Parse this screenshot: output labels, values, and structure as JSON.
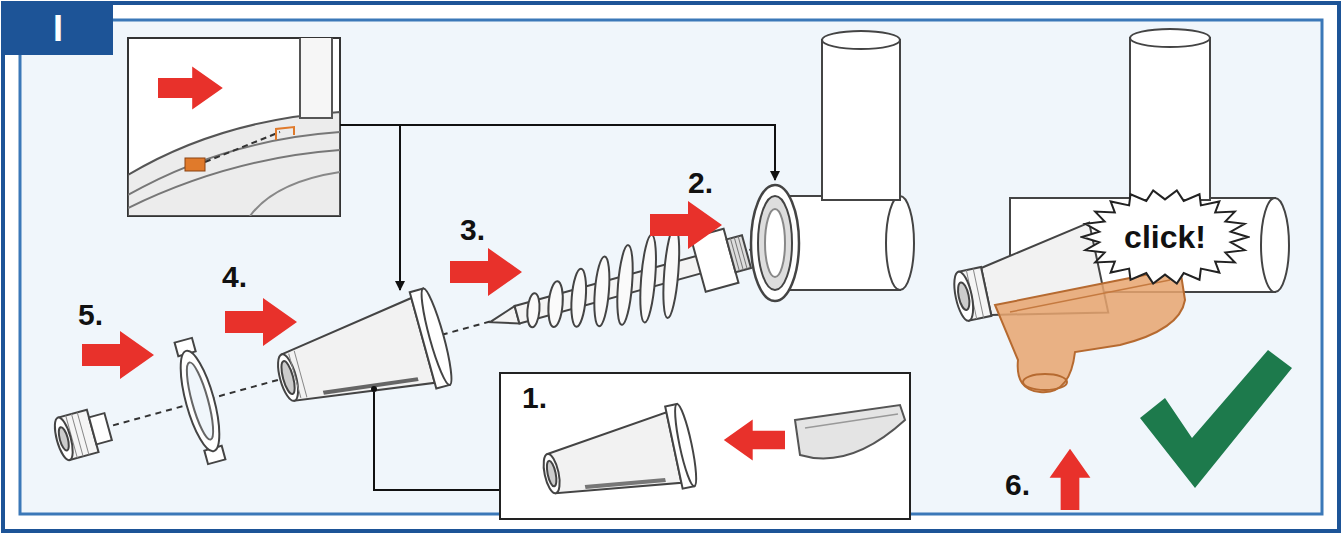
{
  "diagram": {
    "nodes": [
      {
        "text": [
          "I"
        ]
      },
      {
        "text": [
          "click!"
        ]
      }
    ],
    "labels": [
      "1.",
      "2.",
      "3.",
      "4.",
      "5.",
      "6."
    ]
  }
}
